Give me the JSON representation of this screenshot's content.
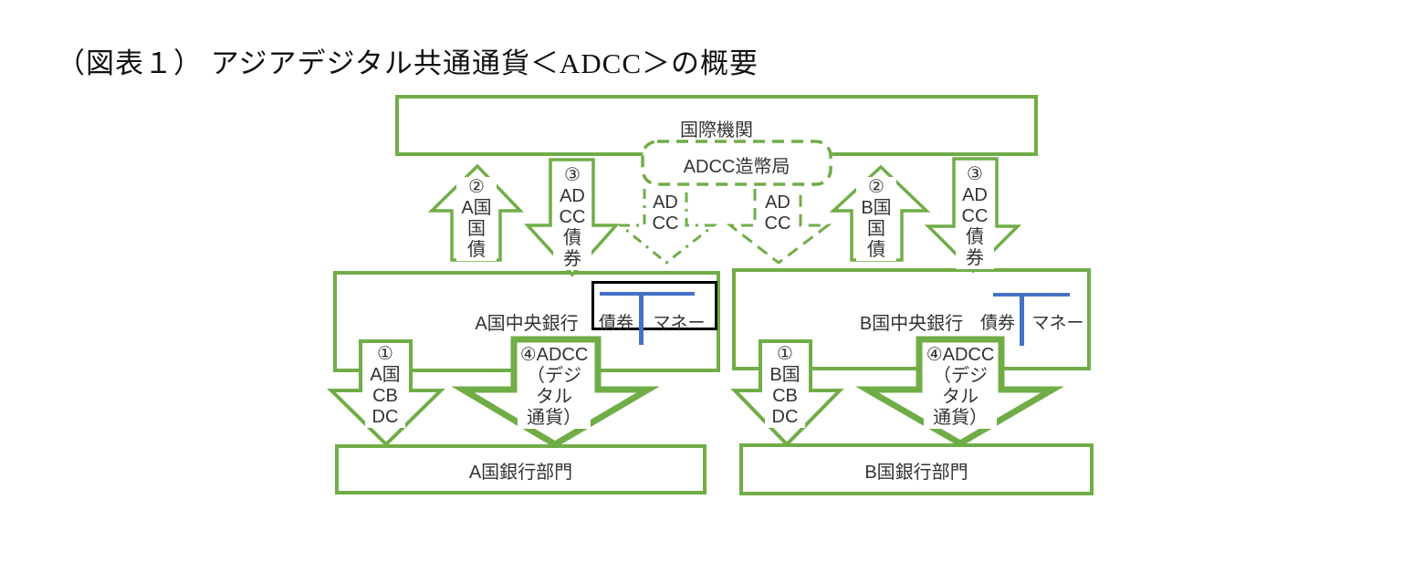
{
  "title": "（図表１） アジアデジタル共通通貨＜ADCC＞の概要",
  "colors": {
    "green": "#70AD47",
    "blue": "#4472C4",
    "t_account_border": "#000000"
  },
  "nodes": {
    "international_org": "国際機関",
    "adcc_mint": "ADCC造幣局",
    "central_bank_a": "A国中央銀行",
    "central_bank_b": "B国中央銀行",
    "banking_sector_a": "A国銀行部門",
    "banking_sector_b": "B国銀行部門"
  },
  "t_accounts": {
    "a": {
      "left": "債券",
      "right": "マネー"
    },
    "b": {
      "left": "債券",
      "right": "マネー"
    }
  },
  "flows": {
    "a_gov_bond_up": "②\nA国\n国\n債",
    "adcc_bond_down_a": "③\nAD\nCC\n債\n券",
    "adcc_dashed_a": "AD\nCC",
    "adcc_dashed_b": "AD\nCC",
    "b_gov_bond_up": "②\nB国\n国\n債",
    "adcc_bond_down_b": "③\nAD\nCC\n債\n券",
    "a_cbdc_down": "①\nA国\nCB\nDC",
    "adcc_digital_down_a": "④ADCC\n（デジ\nタル\n通貨）",
    "b_cbdc_down": "①\nB国\nCB\nDC",
    "adcc_digital_down_b": "④ADCC\n（デジ\nタル\n通貨）"
  }
}
